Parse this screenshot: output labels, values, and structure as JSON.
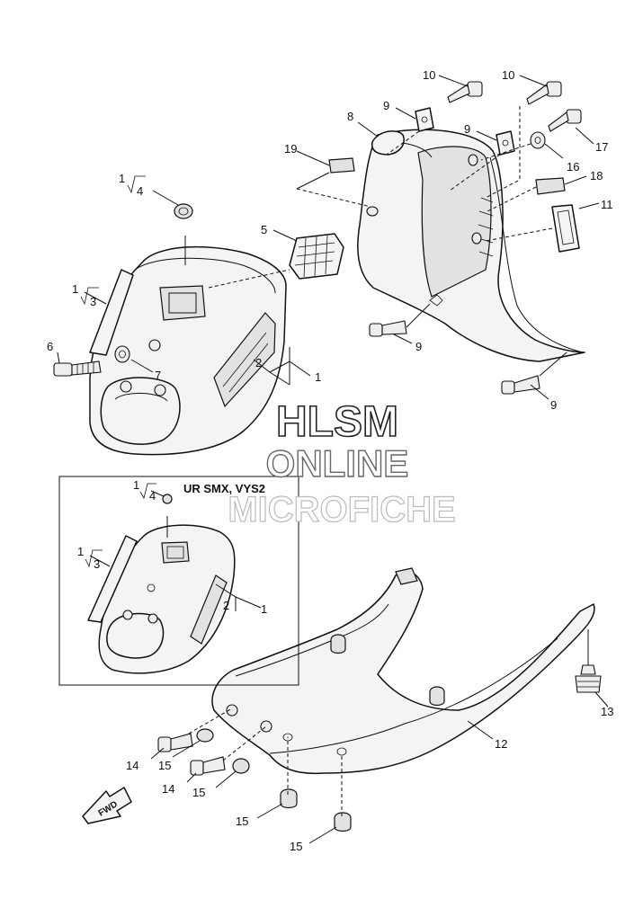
{
  "watermark": {
    "line1": "HLSM",
    "line2": "ONLINE",
    "line3": "MICROFICHE"
  },
  "inset": {
    "title": "UR SMX, VYS2"
  },
  "fwd_label": "FWD",
  "callouts": {
    "c1a": "1",
    "c2a": "2",
    "c3a": "1",
    "c3b": "3",
    "c4a": "1",
    "c4b": "4",
    "c5": "5",
    "c6": "6",
    "c7": "7",
    "c8": "8",
    "c9a": "9",
    "c9b": "9",
    "c9c": "9",
    "c9d": "9",
    "c10a": "10",
    "c10b": "10",
    "c11": "11",
    "c12": "12",
    "c13": "13",
    "c14a": "14",
    "c14b": "14",
    "c15a": "15",
    "c15b": "15",
    "c15c": "15",
    "c15d": "15",
    "c16": "16",
    "c17": "17",
    "c18": "18",
    "c19": "19",
    "i1": "1",
    "i2": "2",
    "i3a": "1",
    "i3b": "3",
    "i4a": "1",
    "i4b": "4"
  }
}
